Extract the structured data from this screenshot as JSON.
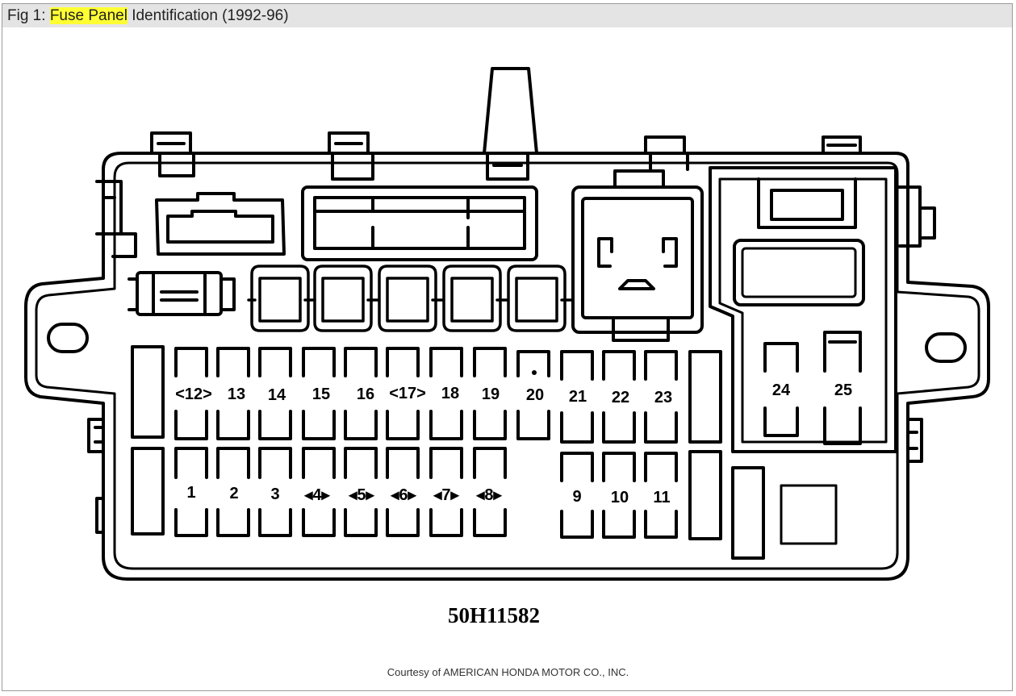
{
  "caption": {
    "prefix": "Fig 1: ",
    "highlight": "Fuse Panel",
    "suffix": " Identification (1992-96)",
    "highlight_color": "#ffff33"
  },
  "fuse_labels": {
    "f1": "1",
    "f2": "2",
    "f3": "3",
    "f4": "◂4▸",
    "f5": "◂5▸",
    "f6": "◂6▸",
    "f7": "◂7▸",
    "f8": "◂8▸",
    "f9": "9",
    "f10": "10",
    "f11": "11",
    "f12": "<12>",
    "f13": "13",
    "f14": "14",
    "f15": "15",
    "f16": "16",
    "f17": "<17>",
    "f18": "18",
    "f19": "19",
    "f20": "20",
    "f21": "21",
    "f22": "22",
    "f23": "23",
    "f24": "24",
    "f25": "25"
  },
  "reference_code": "50H11582",
  "courtesy": "Courtesy of AMERICAN HONDA MOTOR CO., INC."
}
